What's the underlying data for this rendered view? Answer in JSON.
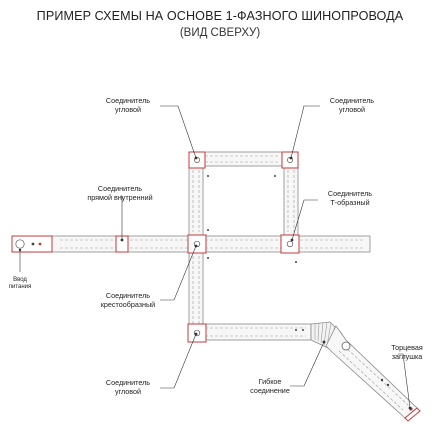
{
  "title": {
    "line1": "ПРИМЕР СХЕМЫ НА ОСНОВЕ 1-ФАЗНОГО ШИНОПРОВОДА",
    "line2": "(ВИД СВЕРХУ)"
  },
  "labels": {
    "corner_top_left": [
      "Соединитель",
      "угловой"
    ],
    "corner_top_right": [
      "Соединитель",
      "угловой"
    ],
    "straight_inner": [
      "Соединитель",
      "прямой внутренний"
    ],
    "t_shaped": [
      "Соединитель",
      "Т-образный"
    ],
    "power_input": [
      "Ввод",
      "питания"
    ],
    "cross": [
      "Соединитель",
      "крестообразный"
    ],
    "end_cap": [
      "Торцевая",
      "заглушка"
    ],
    "corner_bottom": [
      "Соединитель",
      "угловой"
    ],
    "flexible": [
      "Гибкое",
      "соединение"
    ]
  },
  "colors": {
    "connector": "#c43a3a",
    "rail_outline": "#8a8a8a",
    "rail_fill": "#f7f7f7",
    "leader": "#333333"
  }
}
